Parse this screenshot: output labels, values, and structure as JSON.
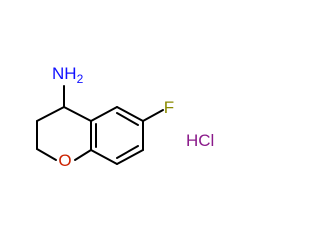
{
  "molecule": {
    "amine_label": "NH",
    "amine_subscript": "2",
    "fluorine_label": "F",
    "oxygen_label": "O",
    "salt_label": "HCl"
  },
  "colors": {
    "bond": "#000000",
    "nitrogen": "#1010ff",
    "fluorine": "#8a8a00",
    "oxygen": "#cc2200",
    "chloride": "#8a1a8a"
  }
}
